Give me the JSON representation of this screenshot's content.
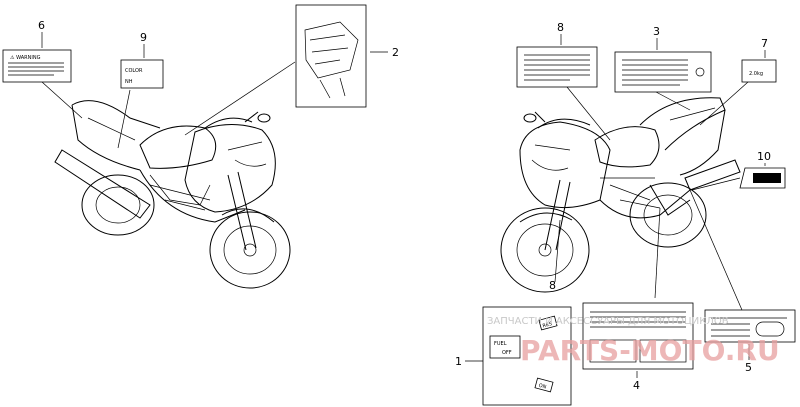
{
  "callouts": {
    "c1": "1",
    "c2": "2",
    "c3": "3",
    "c4": "4",
    "c5": "5",
    "c6": "6",
    "c7": "7",
    "c8": "8",
    "c9": "9",
    "c10": "10"
  },
  "labels": {
    "warning": "⚠ WARNING",
    "color": "COLOR",
    "color_code": "NH",
    "pressure": "2.0kg",
    "fuel": "FUEL",
    "fuel_off": "OFF",
    "fuel_res": "RES",
    "fuel_on": "ON"
  },
  "watermark": {
    "top": "ЗАПЧАСТИ И АКСЕССУАРЫ ДЛЯ МОТОЦИКЛОВ",
    "brand": "PARTS-MOTO.RU"
  },
  "colors": {
    "line": "#000000",
    "background": "#ffffff",
    "watermark_red": "#e8a0a0",
    "watermark_gray": "#c8c8c8"
  }
}
